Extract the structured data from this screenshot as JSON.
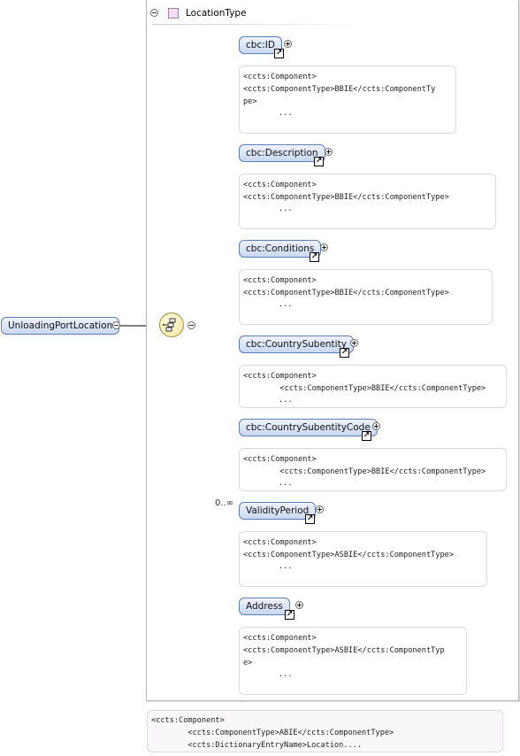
{
  "root": {
    "label": "UnloadingPortLocation"
  },
  "type": {
    "label": "LocationType"
  },
  "compositor": {
    "icon": "sequence-icon"
  },
  "elements": [
    {
      "label": "cbc:ID",
      "cardinality": "",
      "doc": [
        "<ccts:Component>",
        "",
        "<ccts:ComponentType>BBIE</ccts:ComponentTy",
        "pe>"
      ]
    },
    {
      "label": "cbc:Description",
      "cardinality": "",
      "doc": [
        "<ccts:Component>",
        "",
        "<ccts:ComponentType>BBIE</ccts:ComponentType>"
      ]
    },
    {
      "label": "cbc:Conditions",
      "cardinality": "",
      "doc": [
        "<ccts:Component>",
        "",
        "<ccts:ComponentType>BBIE</ccts:ComponentType>"
      ]
    },
    {
      "label": "cbc:CountrySubentity",
      "cardinality": "",
      "doc": [
        "<ccts:Component>",
        "        <ccts:ComponentType>BBIE</ccts:ComponentType>"
      ]
    },
    {
      "label": "cbc:CountrySubentityCode",
      "cardinality": "",
      "doc": [
        "<ccts:Component>",
        "        <ccts:ComponentType>BBIE</ccts:ComponentType>"
      ]
    },
    {
      "label": "ValidityPeriod",
      "cardinality": "0..∞",
      "doc": [
        "<ccts:Component>",
        "",
        "<ccts:ComponentType>ASBIE</ccts:ComponentType>"
      ]
    },
    {
      "label": "Address",
      "cardinality": "",
      "doc": [
        "<ccts:Component>",
        "",
        "<ccts:ComponentType>ASBIE</ccts:ComponentTyp",
        "e>"
      ]
    }
  ],
  "doc_ellipsis": "...",
  "root_doc": [
    "<ccts:Component>",
    "        <ccts:ComponentType>ABIE</ccts:ComponentType>",
    "        <ccts:DictionaryEntryName>Location...."
  ]
}
